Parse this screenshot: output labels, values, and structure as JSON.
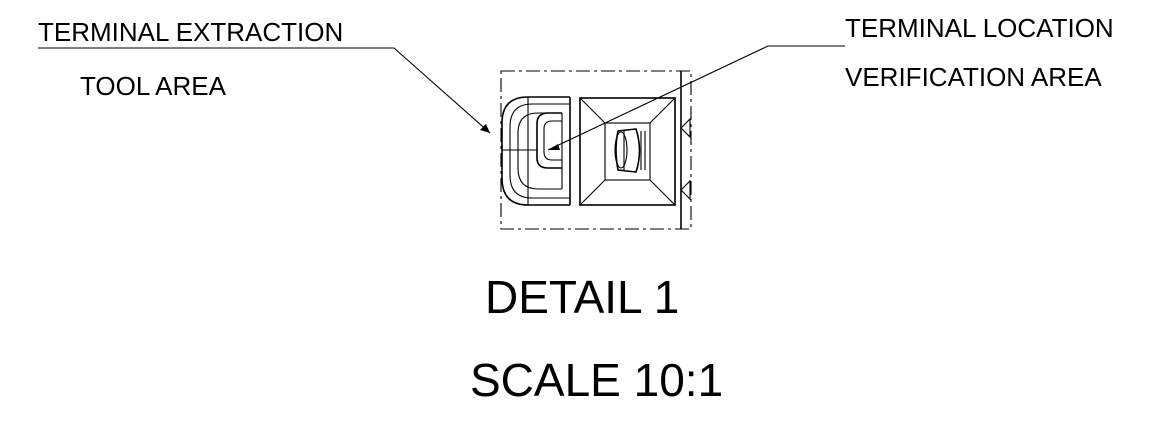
{
  "callouts": {
    "extraction": {
      "line1": "TERMINAL EXTRACTION",
      "line2": "TOOL AREA"
    },
    "location": {
      "line1": "TERMINAL LOCATION",
      "line2": "VERIFICATION AREA"
    }
  },
  "detail": {
    "title": "DETAIL 1",
    "scale": "SCALE 10:1"
  }
}
